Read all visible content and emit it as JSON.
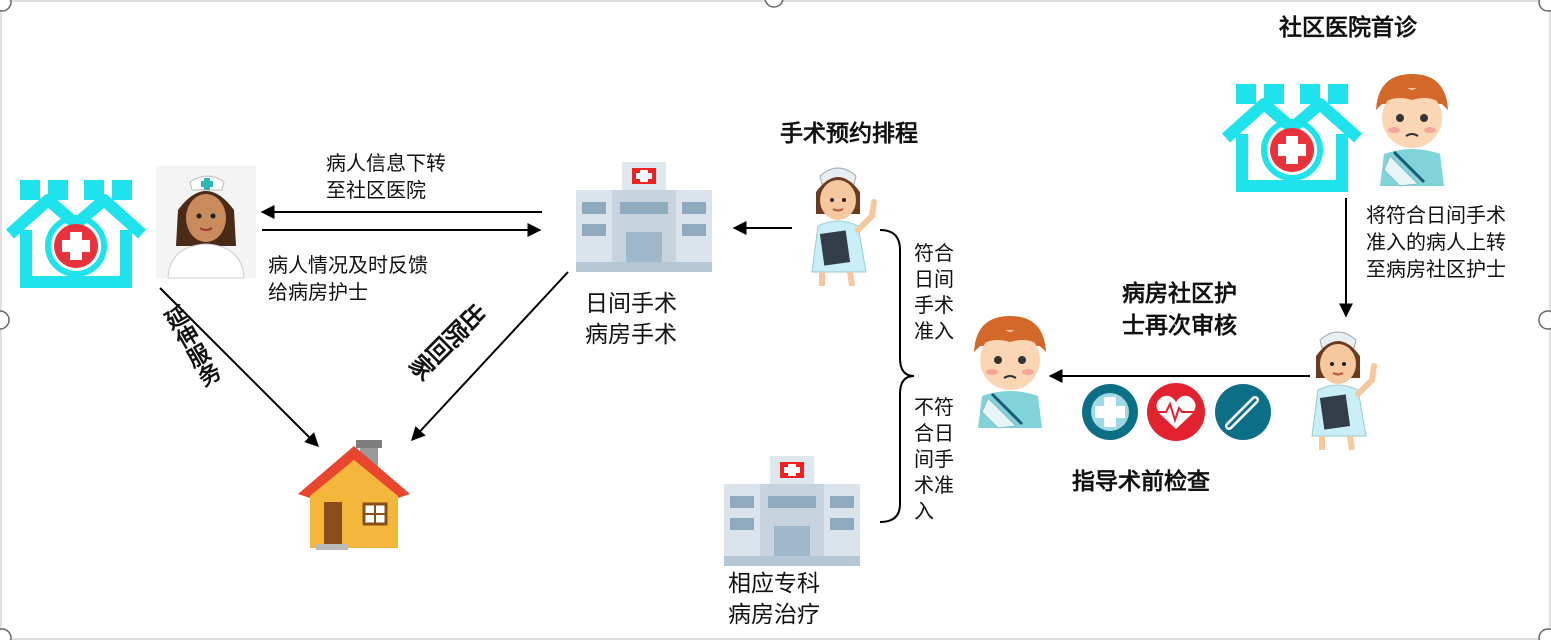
{
  "title_community_first_visit": "社区医院首诊",
  "title_surgery_schedule": "手术预约排程",
  "label_info_transfer_line1": "病人信息下转",
  "label_info_transfer_line2": "至社区医院",
  "label_feedback_line1": "病人情况及时反馈",
  "label_feedback_line2": "给病房护士",
  "label_day_surgery_line1": "日间手术",
  "label_day_surgery_line2": "病房手术",
  "label_extended_service": "延伸服务",
  "label_discharge_home": "出院回家",
  "label_qualified": "符合日间手术准入",
  "label_not_qualified": "不符合日间手术准入",
  "label_specialty_line1": "相应专科",
  "label_specialty_line2": "病房治疗",
  "label_upward_line1": "将符合日间手术",
  "label_upward_line2": "准入的病人上转",
  "label_upward_line3": "至病房社区护士",
  "label_recheck_line1": "病房社区护",
  "label_recheck_line2": "士再次审核",
  "label_preop_guide": "指导术前检查",
  "colors": {
    "community_hospital": "#1ee3ec",
    "red_cross": "#e8323c",
    "house_roof": "#e8462e",
    "house_wall": "#f5b73b",
    "icon_teal": "#0d6f86",
    "icon_red": "#e2222f"
  },
  "icons": [
    "community-hospital-icon",
    "nurse-icon",
    "hospital-building-icon",
    "house-icon",
    "patient-icon",
    "medical-cross-icon",
    "heart-monitor-icon",
    "thermometer-icon"
  ]
}
